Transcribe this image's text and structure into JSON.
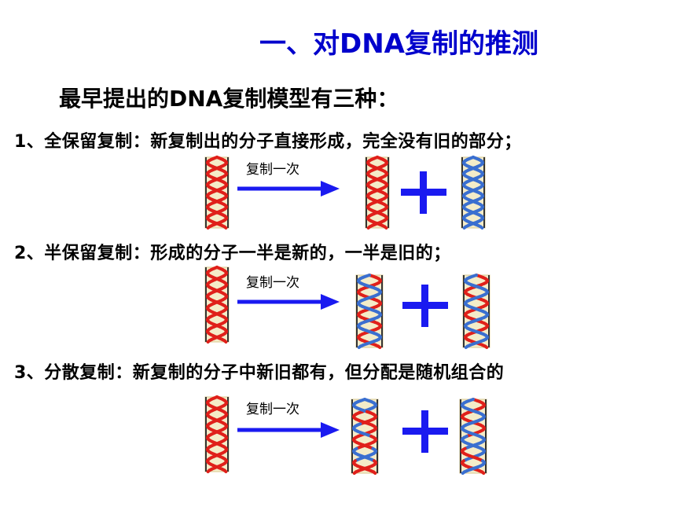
{
  "title": "一、对DNA复制的推测",
  "intro": "最早提出的DNA复制模型有三种：",
  "models": [
    {
      "text": "1、全保留复制：新复制出的分子直接形成，完全没有旧的部分；",
      "arrow_label": "复制一次"
    },
    {
      "text": "2、半保留复制：形成的分子一半是新的，一半是旧的；",
      "arrow_label": "复制一次"
    },
    {
      "text": "3、分散复制：新复制的分子中新旧都有，但分配是随机组合的",
      "arrow_label": "复制一次"
    }
  ],
  "colors": {
    "title": "#0000cc",
    "old_strand": "#e0201a",
    "new_strand": "#3a6fd0",
    "arrow": "#1a1af0",
    "plus": "#1a1af0",
    "helix_bg": "#f4ecc8"
  }
}
